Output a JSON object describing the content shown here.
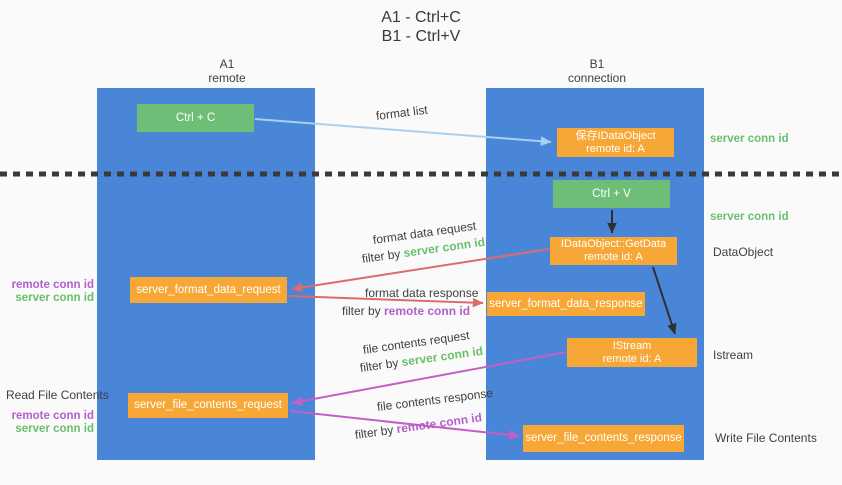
{
  "title": {
    "line1": "A1 - Ctrl+C",
    "line2": "B1 - Ctrl+V"
  },
  "lanes": [
    {
      "name": "A1",
      "subtitle": "remote"
    },
    {
      "name": "B1",
      "subtitle": "connection"
    }
  ],
  "nodes": {
    "ctrl_c": {
      "label": "Ctrl + C"
    },
    "save_idataobject": {
      "line1": "保存IDataObject",
      "line2": "remote id: A"
    },
    "ctrl_v": {
      "label": "Ctrl + V"
    },
    "idataobject_getdata": {
      "line1": "IDataObject::GetData",
      "line2": "remote id: A"
    },
    "server_format_data_request": {
      "label": "server_format_data_request"
    },
    "server_format_data_response": {
      "label": "server_format_data_response"
    },
    "istream": {
      "line1": "IStream",
      "line2": "remote id: A"
    },
    "server_file_contents_request": {
      "label": "server_file_contents_request"
    },
    "server_file_contents_response": {
      "label": "server_file_contents_response"
    }
  },
  "edge_labels": {
    "format_list": "format list",
    "format_data_request": "format data request",
    "format_data_response": "format data response",
    "file_contents_request": "file contents request",
    "file_contents_response": "file contents response",
    "filter_by": "filter by ",
    "server_conn_id": "server conn id",
    "remote_conn_id": "remote conn id"
  },
  "side_labels": {
    "server_conn_id_top": "server conn id",
    "server_conn_id_mid": "server conn id",
    "data_object": "DataObject",
    "istream": "Istream",
    "write_file_contents": "Write File Contents",
    "read_file_contents": "Read File Contents",
    "remote_conn_id_left_1": "remote conn id",
    "server_conn_id_left_1": "server conn id",
    "remote_conn_id_left_2": "remote conn id",
    "server_conn_id_left_2": "server conn id"
  },
  "colors": {
    "lane_blue": "#4a86d8",
    "box_orange": "#f7a736",
    "box_green": "#6ebe78",
    "green_text": "#6abf6e",
    "purple_text": "#b45fc9",
    "red_arrow": "#e06a6a",
    "pink_arrow": "#c45fc5",
    "blue_arrow": "#a9cff0",
    "black_arrow": "#2f2f2f",
    "dashed_line": "#3a3a3a",
    "background": "#fafafa"
  }
}
